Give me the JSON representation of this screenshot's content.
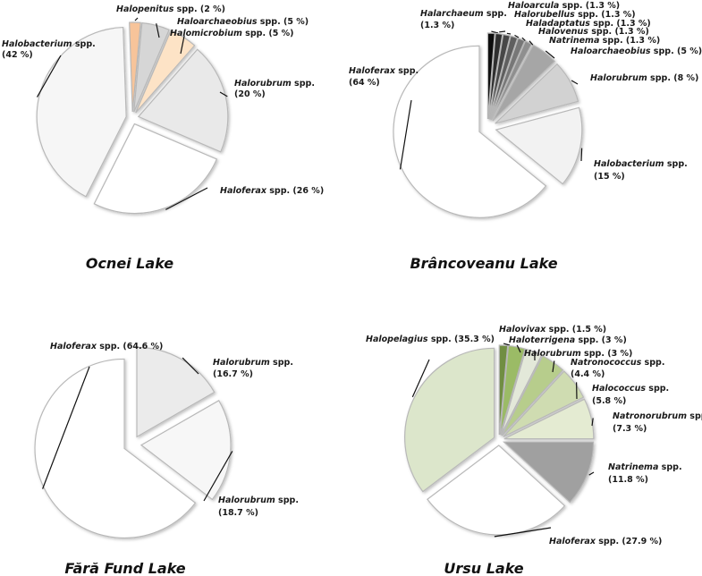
{
  "chart_data": [
    {
      "type": "pie",
      "title": "Ocnei Lake",
      "slices": [
        {
          "genus": "Halopenitus",
          "suffix": " spp. (2 %)",
          "value": 2,
          "color": "#f7c49a"
        },
        {
          "genus": "Haloarchaeobius",
          "suffix": " spp. (5 %)",
          "value": 5,
          "color": "#d6d6d6"
        },
        {
          "genus": "Halomicrobium",
          "suffix": " spp. (5 %)",
          "value": 5,
          "color": "#fde3c6"
        },
        {
          "genus": "Halorubrum",
          "suffix": " spp.",
          "suffix2": "(20 %)",
          "value": 20,
          "color": "#e9e9e9"
        },
        {
          "genus": "Haloferax",
          "suffix": " spp. (26 %)",
          "value": 26,
          "color": "#ffffff"
        },
        {
          "genus": "Halobacterium",
          "suffix": " spp.",
          "suffix2": "(42 %)",
          "value": 42,
          "color": "#f6f6f6"
        }
      ]
    },
    {
      "type": "pie",
      "title": "Brâncoveanu Lake",
      "slices": [
        {
          "genus": "Halarchaeum",
          "suffix": " spp.",
          "suffix2": "(1.3 %)",
          "value": 1.3,
          "color": "#111111"
        },
        {
          "genus": "Haloarcula",
          "suffix": " spp. (1.3 %)",
          "value": 1.3,
          "color": "#2e2e2e"
        },
        {
          "genus": "Halorubellus",
          "suffix": " spp. (1.3 %)",
          "value": 1.3,
          "color": "#474747"
        },
        {
          "genus": "Haladaptatus",
          "suffix": " spp. (1.3 %)",
          "value": 1.3,
          "color": "#5f5f5f"
        },
        {
          "genus": "Halovenus",
          "suffix": " spp. (1.3 %)",
          "value": 1.3,
          "color": "#777777"
        },
        {
          "genus": "Natrinema",
          "suffix": " spp. (1.3 %)",
          "value": 1.3,
          "color": "#8f8f8f"
        },
        {
          "genus": "Haloarchaeobius",
          "suffix": " spp. (5 %)",
          "value": 5,
          "color": "#a6a6a6"
        },
        {
          "genus": "Halorubrum",
          "suffix": " spp. (8 %)",
          "value": 8,
          "color": "#d2d2d2"
        },
        {
          "genus": "Halobacterium",
          "suffix": " spp.",
          "suffix2": "(15 %)",
          "value": 15,
          "color": "#f2f2f2"
        },
        {
          "genus": "Haloferax",
          "suffix": " spp.",
          "suffix2": "(64 %)",
          "value": 64,
          "color": "#ffffff"
        }
      ]
    },
    {
      "type": "pie",
      "title": "Fără Fund Lake",
      "slices": [
        {
          "genus": "Halorubrum",
          "suffix": " spp.",
          "suffix2": "(16.7 %)",
          "value": 16.7,
          "color": "#ebebeb"
        },
        {
          "genus": "Halorubrum",
          "suffix": " spp.",
          "suffix2": "(18.7 %)",
          "value": 18.7,
          "color": "#f7f7f7"
        },
        {
          "genus": "Haloferax",
          "suffix": " spp. (64.6 %)",
          "value": 64.6,
          "color": "#ffffff"
        }
      ]
    },
    {
      "type": "pie",
      "title": "Ursu Lake",
      "slices": [
        {
          "genus": "Halovivax",
          "suffix": " spp. (1.5 %)",
          "value": 1.5,
          "color": "#6f8e43"
        },
        {
          "genus": "Haloterrigena",
          "suffix": " spp. (3 %)",
          "value": 3,
          "color": "#9bbb66"
        },
        {
          "genus": "Halorubrum",
          "suffix": " spp. (3 %)",
          "value": 3,
          "color": "#e3e8d9"
        },
        {
          "genus": "Natronococcus",
          "suffix": " spp.",
          "suffix2": "(4.4 %)",
          "value": 4.4,
          "color": "#b7cd8c"
        },
        {
          "genus": "Halococcus",
          "suffix": " spp.",
          "suffix2": "(5.8 %)",
          "value": 5.8,
          "color": "#cfdcb1"
        },
        {
          "genus": "Natronorubrum",
          "suffix": " spp.",
          "suffix2": "(7.3 %)",
          "value": 7.3,
          "color": "#e4ebd2"
        },
        {
          "genus": "Natrinema",
          "suffix": " spp.",
          "suffix2": "(11.8 %)",
          "value": 11.8,
          "color": "#a0a0a0"
        },
        {
          "genus": "Haloferax",
          "suffix": " spp. (27.9 %)",
          "value": 27.9,
          "color": "#ffffff"
        },
        {
          "genus": "Halopelagius",
          "suffix": " spp. (35.3 %)",
          "value": 35.3,
          "color": "#dce6cb"
        }
      ]
    }
  ]
}
